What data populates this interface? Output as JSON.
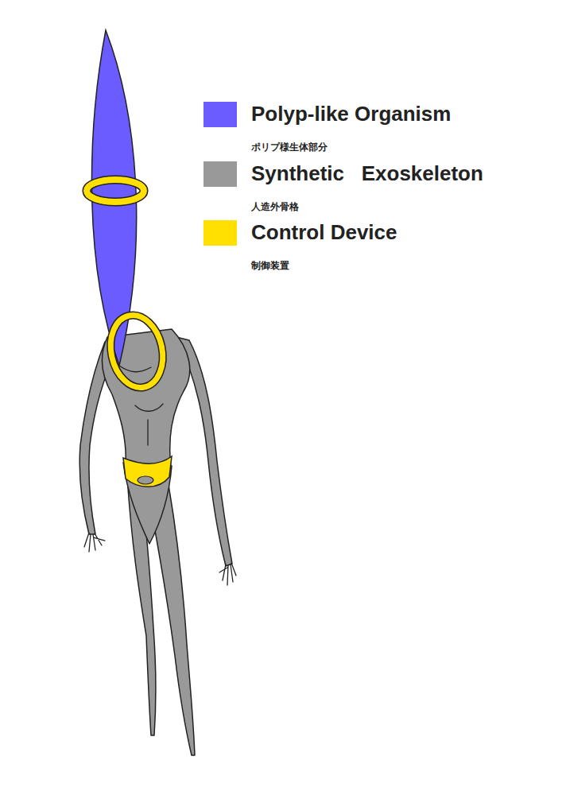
{
  "diagram": {
    "labels": [
      "ポリプ様生体部分",
      "人造外骨格",
      "制御装置"
    ],
    "legend": [
      {
        "text": "Polyp-like Organism",
        "color": "#6b5cff"
      },
      {
        "text": "Synthetic   Exoskeleton",
        "color": "#999999"
      },
      {
        "text": "Control Device",
        "color": "#ffe000"
      }
    ]
  }
}
